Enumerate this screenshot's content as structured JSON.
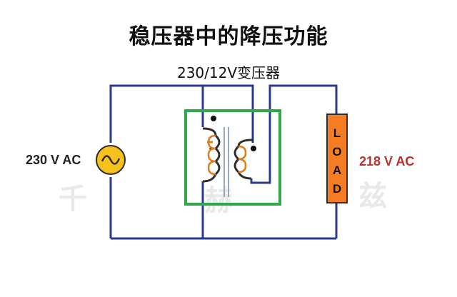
{
  "title": "稳压器中的降压功能",
  "subtitle": "230/12V变压器",
  "input_label": "230 V AC",
  "output_label": "218 V AC",
  "load": {
    "letters": [
      "L",
      "O",
      "A",
      "D"
    ]
  },
  "watermark": {
    "chars": [
      "千",
      "赫",
      "兹"
    ]
  },
  "icons": {
    "source": "ac-source-icon",
    "core": "transformer-core-icon"
  },
  "colors": {
    "wire": "#2b3a8f",
    "transformer_box": "#2ea84a",
    "coil": "#e07c1c",
    "source_fill": "#f7c21c",
    "load_fill": "#f47d23",
    "output_text": "#c0302a",
    "watermark": "#e9e9e9"
  }
}
